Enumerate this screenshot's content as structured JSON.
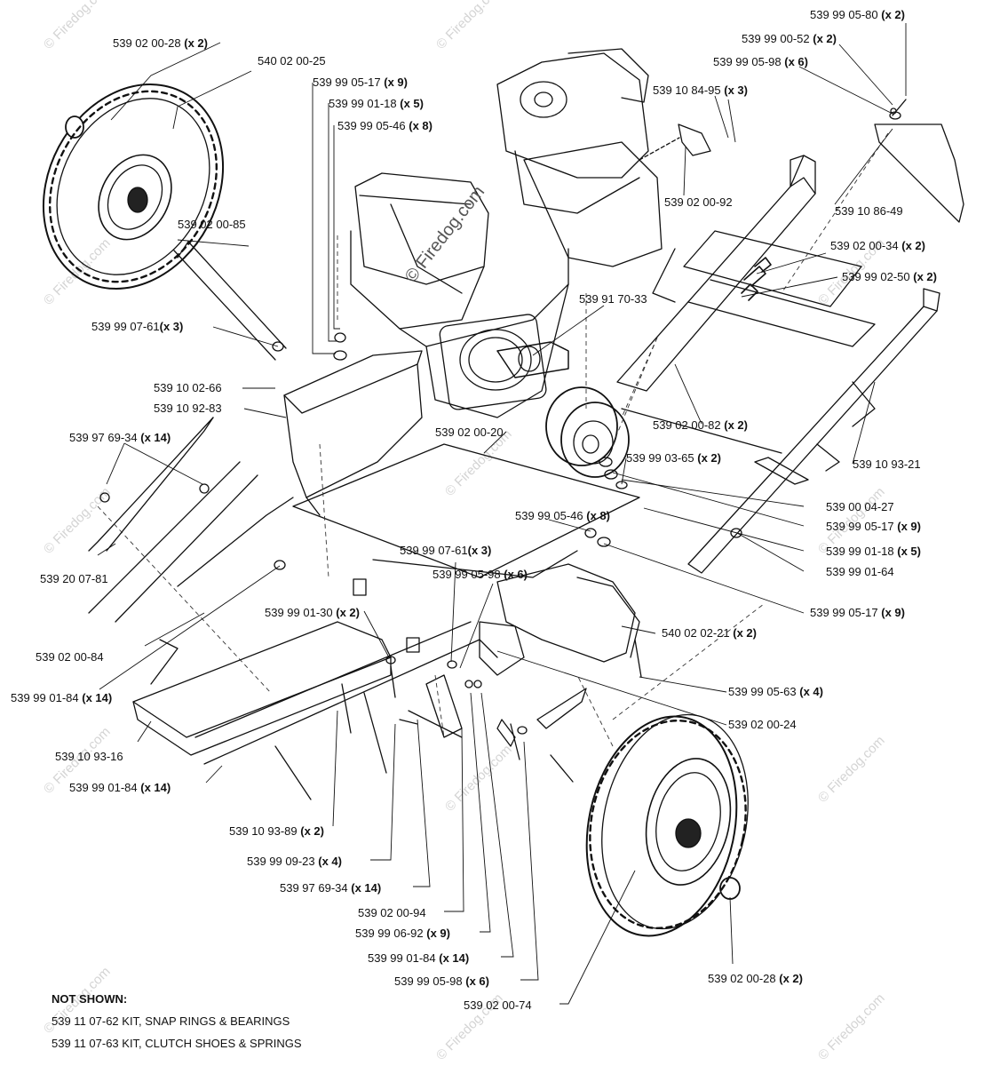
{
  "watermark": {
    "center": "© Firedog.com",
    "tile": "© Firedog.com"
  },
  "callouts": {
    "c01": {
      "part": "539 02 00-28",
      "qty": "(x 2)"
    },
    "c02": {
      "part": "540 02 00-25",
      "qty": ""
    },
    "c03": {
      "part": "539 99 05-17",
      "qty": "(x 9)"
    },
    "c04": {
      "part": "539 99 01-18",
      "qty": "(x 5)"
    },
    "c05": {
      "part": "539 99 05-46",
      "qty": "(x 8)"
    },
    "c06": {
      "part": "539 02 00-85",
      "qty": ""
    },
    "c07": {
      "part": "539 99 07-61",
      "qty": "(x 3)"
    },
    "c08": {
      "part": "539 10 02-66",
      "qty": ""
    },
    "c09": {
      "part": "539 10 92-83",
      "qty": ""
    },
    "c10": {
      "part": "539 97 69-34",
      "qty": "(x 14)"
    },
    "c11": {
      "part": "539 20 07-81",
      "qty": ""
    },
    "c12": {
      "part": "539 02 00-84",
      "qty": ""
    },
    "c13": {
      "part": "539 99 01-84",
      "qty": "(x 14)"
    },
    "c14": {
      "part": "539 10 93-16",
      "qty": ""
    },
    "c15": {
      "part": "539 99 01-84",
      "qty": "(x 14)"
    },
    "c16": {
      "part": "539 99 01-30",
      "qty": "(x 2)"
    },
    "c17": {
      "part": "539 10 93-89",
      "qty": "(x 2)"
    },
    "c18": {
      "part": "539 99 09-23",
      "qty": "(x 4)"
    },
    "c19": {
      "part": "539 97 69-34",
      "qty": "(x 14)"
    },
    "c20": {
      "part": "539 02 00-94",
      "qty": ""
    },
    "c21": {
      "part": "539 99 06-92",
      "qty": "(x 9)"
    },
    "c22": {
      "part": "539 99 01-84",
      "qty": "(x 14)"
    },
    "c23": {
      "part": "539 99 05-98",
      "qty": "(x 6)"
    },
    "c24": {
      "part": "539 02 00-74",
      "qty": ""
    },
    "c25": {
      "part": "539 99 05-80",
      "qty": "(x 2)"
    },
    "c26": {
      "part": "539 99 00-52",
      "qty": "(x 2)"
    },
    "c27": {
      "part": "539 99 05-98",
      "qty": "(x 6)"
    },
    "c28": {
      "part": "539 10 84-95",
      "qty": "(x 3)"
    },
    "c29": {
      "part": "539 02 00-92",
      "qty": ""
    },
    "c30": {
      "part": "539 10 86-49",
      "qty": ""
    },
    "c31": {
      "part": "539 02 00-34",
      "qty": "(x 2)"
    },
    "c32": {
      "part": "539 99 02-50",
      "qty": "(x 2)"
    },
    "c33": {
      "part": "539 91 70-33",
      "qty": ""
    },
    "c34": {
      "part": "539 02 00-82",
      "qty": "(x 2)"
    },
    "c35": {
      "part": "539 10 93-21",
      "qty": ""
    },
    "c36": {
      "part": "539 02 00-20",
      "qty": ""
    },
    "c37": {
      "part": "539 99 03-65",
      "qty": "(x 2)"
    },
    "c38": {
      "part": "539 00 04-27",
      "qty": ""
    },
    "c39": {
      "part": "539 99 05-17",
      "qty": "(x 9)"
    },
    "c40": {
      "part": "539 99 01-18",
      "qty": "(x 5)"
    },
    "c41": {
      "part": "539 99 05-46",
      "qty": "(x 8)"
    },
    "c42": {
      "part": "539 99 01-64",
      "qty": ""
    },
    "c43": {
      "part": "539 99 07-61",
      "qty": "(x 3)"
    },
    "c44": {
      "part": "539 99 05-98",
      "qty": "(x 6)"
    },
    "c45": {
      "part": "539 99 05-17",
      "qty": "(x 9)"
    },
    "c46": {
      "part": "540 02 02-21",
      "qty": "(x 2)"
    },
    "c47": {
      "part": "539 99 05-63",
      "qty": "(x 4)"
    },
    "c48": {
      "part": "539 02 00-24",
      "qty": ""
    },
    "c49": {
      "part": "539 02 00-28",
      "qty": "(x 2)"
    }
  },
  "not_shown": {
    "title": "NOT SHOWN:",
    "items": [
      "539 11 07-62 KIT, SNAP RINGS & BEARINGS",
      "539 11 07-63 KIT, CLUTCH SHOES & SPRINGS"
    ]
  }
}
